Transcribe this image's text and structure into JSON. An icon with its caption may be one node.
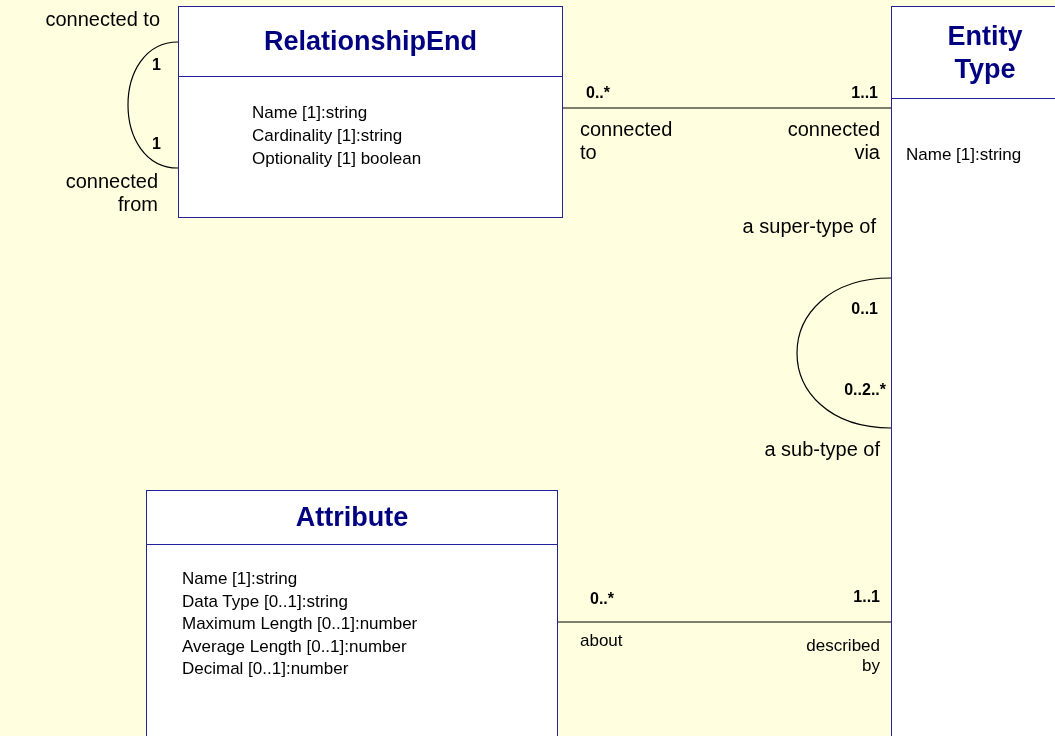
{
  "diagram": {
    "nodes": [
      {
        "text": [
          "RelationshipEnd",
          "Name [1]:string",
          "Cardinality [1]:string",
          "Optionality [1] boolean"
        ]
      },
      {
        "text": [
          "Entity Type",
          "Name [1]:string"
        ]
      },
      {
        "text": [
          "Attribute",
          "Name [1]:string",
          "Data Type [0..1]:string",
          "Maximum Length [0..1]:number",
          "Average Length [0..1]:number",
          "Decimal [0..1]:number"
        ]
      }
    ],
    "edges": [
      {
        "from": 0,
        "to": 0,
        "arrow": "none"
      },
      {
        "from": 0,
        "to": 1,
        "arrow": "none"
      },
      {
        "from": 1,
        "to": 1,
        "arrow": "none"
      },
      {
        "from": 2,
        "to": 1,
        "arrow": "none"
      }
    ],
    "labels": [
      "connected to",
      "1",
      "1",
      "connected from",
      "0..*",
      "1..1",
      "connected to",
      "connected via",
      "a super-type of",
      "0..1",
      "0..2..*",
      "a sub-type of",
      "0..*",
      "1..1",
      "about",
      "described by"
    ]
  }
}
